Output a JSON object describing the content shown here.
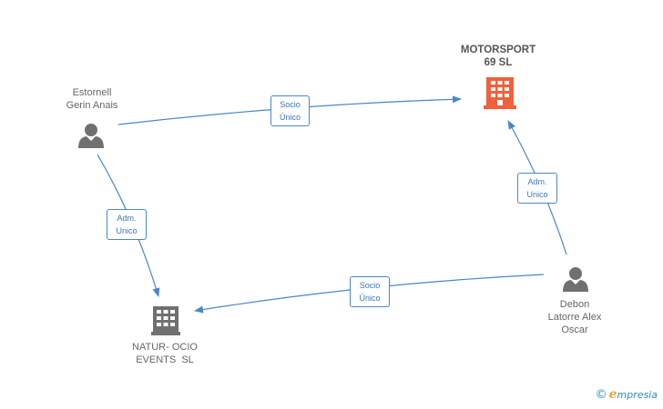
{
  "nodes": {
    "motorsport": {
      "line1": "MOTORSPORT",
      "line2": "69 SL",
      "type": "company",
      "color": "#f0603a"
    },
    "estornell": {
      "line1": "Estornell",
      "line2": "Gerin Anais",
      "type": "person",
      "color": "#707070"
    },
    "debon": {
      "line1": "Debon",
      "line2": "Latorre Alex",
      "line3": "Oscar",
      "type": "person",
      "color": "#707070"
    },
    "naturocio": {
      "line1": "NATUR- OCIO",
      "line2": "EVENTS  SL",
      "type": "company",
      "color": "#707070"
    }
  },
  "edges": [
    {
      "from": "estornell",
      "to": "motorsport",
      "line1": "Socio",
      "line2": "Único"
    },
    {
      "from": "debon",
      "to": "motorsport",
      "line1": "Adm.",
      "line2": "Unico"
    },
    {
      "from": "estornell",
      "to": "naturocio",
      "line1": "Adm.",
      "line2": "Unico"
    },
    {
      "from": "debon",
      "to": "naturocio",
      "line1": "Socio",
      "line2": "Único"
    }
  ],
  "colors": {
    "edge": "#4a86c8",
    "edge_label_text": "#3a76bd"
  },
  "brand": {
    "copyright": "©",
    "initial": "e",
    "rest": "mpresia"
  }
}
